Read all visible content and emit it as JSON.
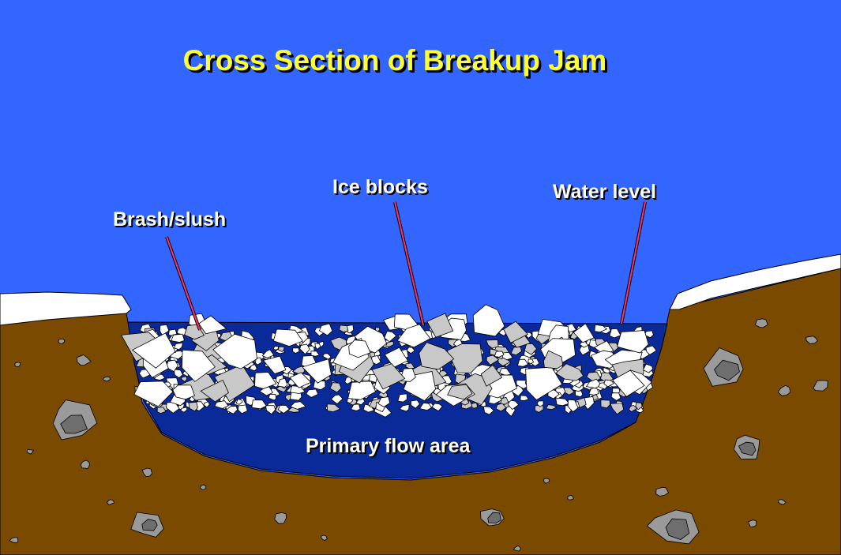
{
  "title": "Cross Section of Breakup Jam",
  "labels": {
    "brash": "Brash/slush",
    "ice_blocks": "Ice blocks",
    "water_level": "Water level",
    "flow_area": "Primary flow area"
  },
  "colors": {
    "sky": "#3366ff",
    "title": "#ffff33",
    "label": "#ffffff",
    "soil": "#7a4a00",
    "snow": "#ffffff",
    "water": "#0a2a99",
    "ice": "#ffffff",
    "ice_shadow": "#c8c8c8",
    "rock": "#9a9a9a",
    "rock_dark": "#6e6e6e",
    "pointer": "#ff3366"
  }
}
